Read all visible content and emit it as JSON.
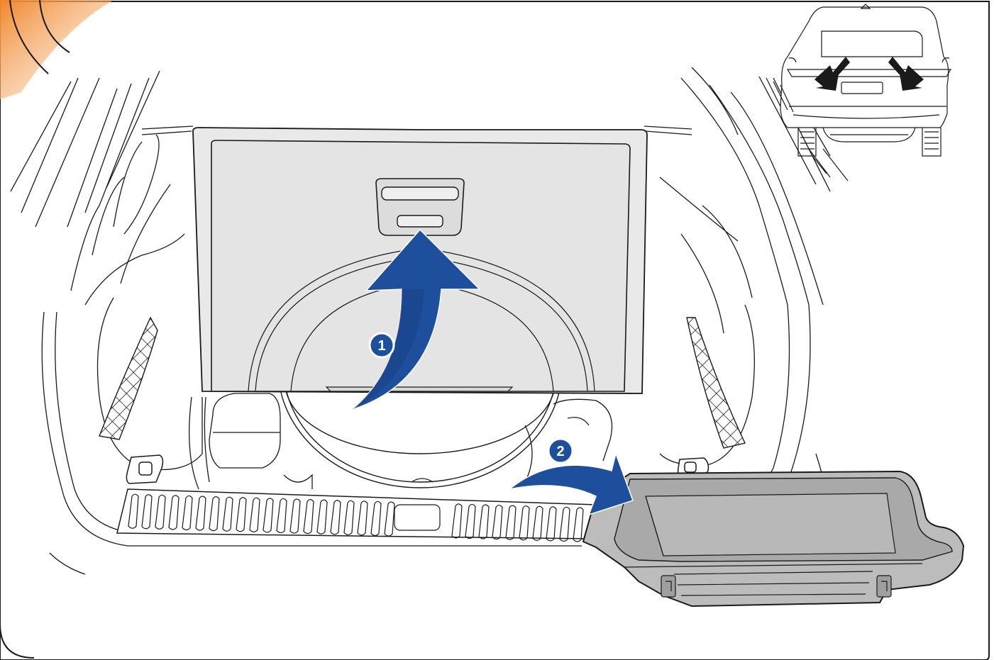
{
  "illustration": {
    "steps": [
      {
        "number": "1",
        "action": "lift-floor-cover"
      },
      {
        "number": "2",
        "action": "remove-storage-tray"
      }
    ],
    "colors": {
      "arrow": "#1e4f9c",
      "arrow_dark": "#173f80",
      "badge_fill": "#1e4f9c",
      "badge_ring": "#ffffff",
      "cover_fill": "#e9e9e9",
      "tray_fill": "#bcbcbc",
      "tray_dark": "#a9a9a9",
      "line": "#1a1a1a",
      "corner_accent": "#f29a4a"
    },
    "icons": [
      "curved-arrow-up-icon",
      "curved-arrow-right-icon",
      "car-rear-view-icon",
      "direction-arrow-icon"
    ]
  }
}
